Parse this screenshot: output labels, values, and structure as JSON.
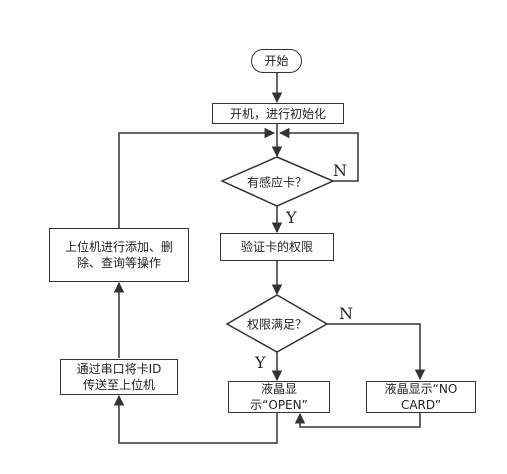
{
  "flowchart": {
    "start": "开始",
    "init": "开机，进行初始化",
    "card_question": "有感应卡？",
    "verify": "验证卡的权限",
    "perm_question": "权限满足？",
    "show_open": "液晶显示“OPEN”",
    "show_no_card": "液晶显示“NO CARD”",
    "send_id": "通过串口将卡ID传送至上位机",
    "pc_ops": "上位机进行添加、删除、查询等操作",
    "label_n1": "N",
    "label_y1": "Y",
    "label_n2": "N",
    "label_y2": "Y"
  }
}
